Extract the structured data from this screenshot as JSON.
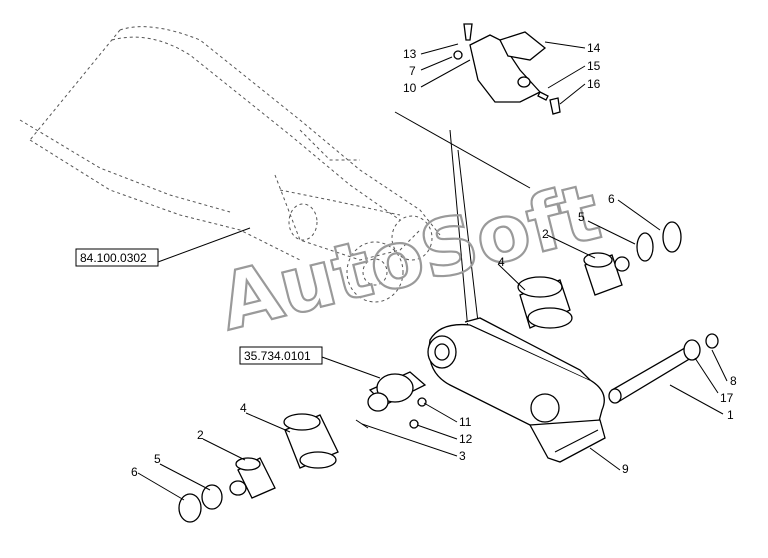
{
  "watermark": "AutoSoft",
  "references": [
    {
      "id": "ref-84",
      "text": "84.100.0302"
    },
    {
      "id": "ref-35",
      "text": "35.734.0101"
    }
  ],
  "callouts": [
    {
      "id": "13",
      "text": "13"
    },
    {
      "id": "7",
      "text": "7"
    },
    {
      "id": "10",
      "text": "10"
    },
    {
      "id": "14",
      "text": "14"
    },
    {
      "id": "15",
      "text": "15"
    },
    {
      "id": "16",
      "text": "16"
    },
    {
      "id": "6a",
      "text": "6"
    },
    {
      "id": "5a",
      "text": "5"
    },
    {
      "id": "2a",
      "text": "2"
    },
    {
      "id": "4a",
      "text": "4"
    },
    {
      "id": "8",
      "text": "8"
    },
    {
      "id": "17",
      "text": "17"
    },
    {
      "id": "1",
      "text": "1"
    },
    {
      "id": "9",
      "text": "9"
    },
    {
      "id": "11",
      "text": "11"
    },
    {
      "id": "12",
      "text": "12"
    },
    {
      "id": "3",
      "text": "3"
    },
    {
      "id": "4b",
      "text": "4"
    },
    {
      "id": "2b",
      "text": "2"
    },
    {
      "id": "5b",
      "text": "5"
    },
    {
      "id": "6b",
      "text": "6"
    }
  ]
}
